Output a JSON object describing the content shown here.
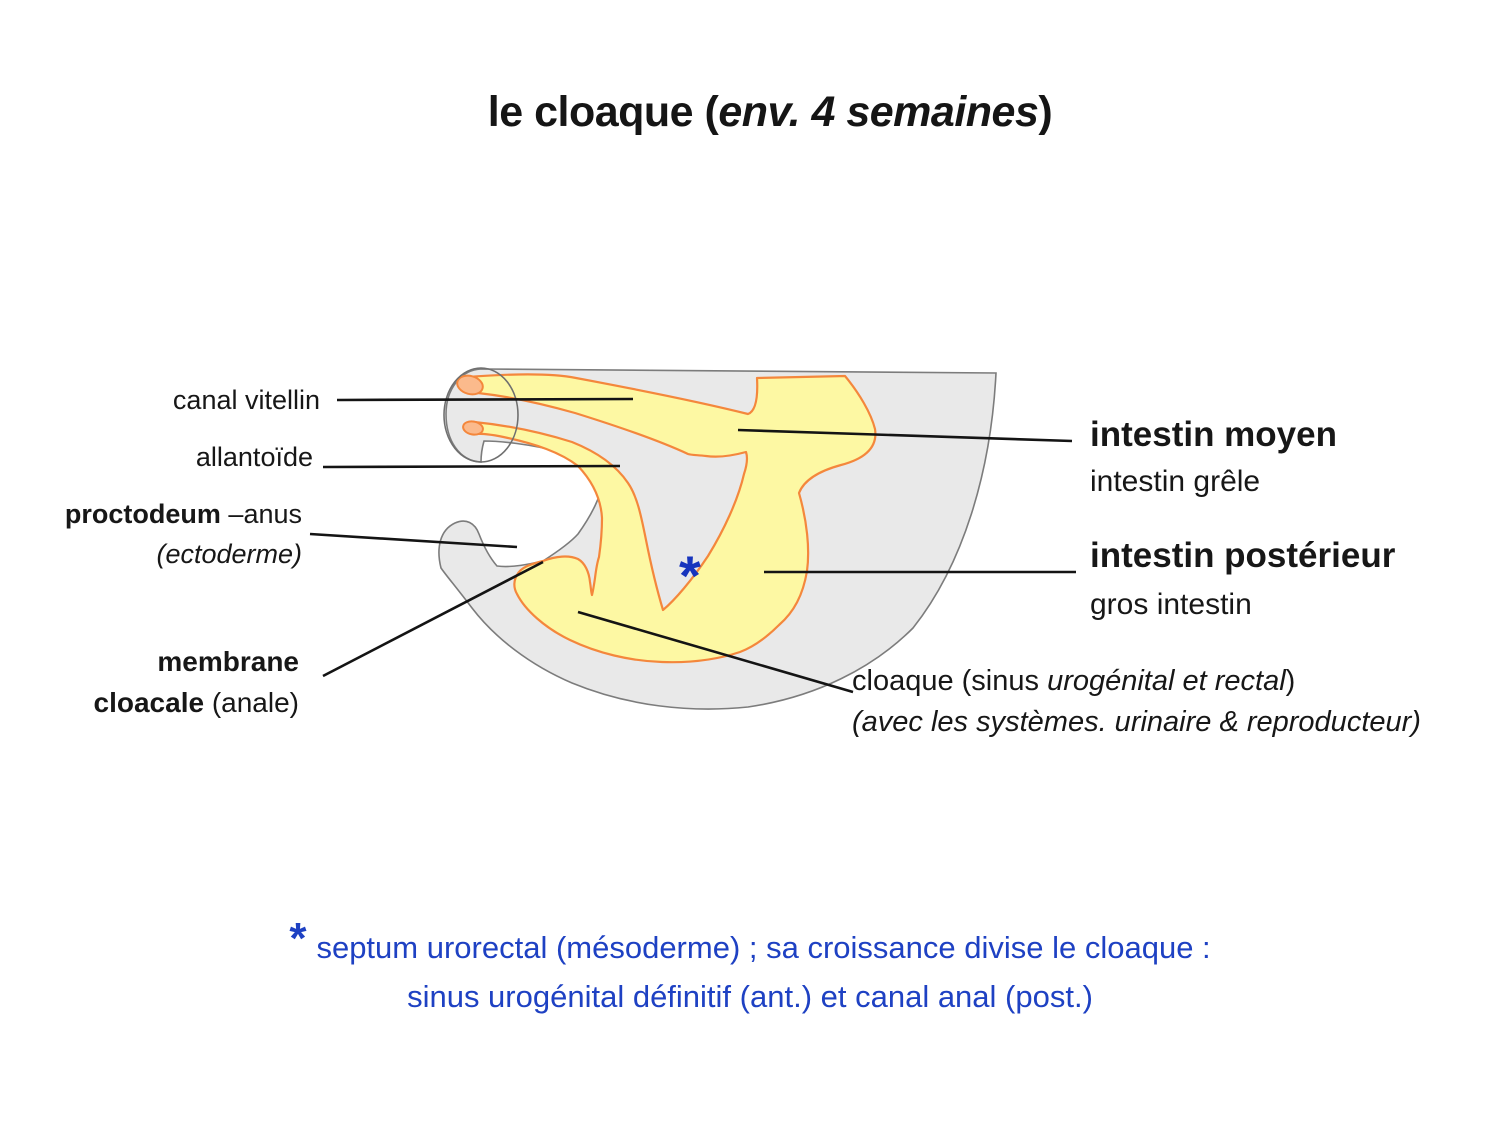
{
  "title": {
    "prefix": "le cloaque (",
    "italic": "env. 4 semaines",
    "suffix": ")"
  },
  "diagram": {
    "asterisk": "*",
    "colors": {
      "embryo_body_fill": "#e9e9e9",
      "embryo_body_stroke": "#7c7c7c",
      "gut_fill": "#fdf8a3",
      "gut_stroke": "#f4873c",
      "tube_cap_fill": "#fbba8c",
      "leader_line": "#141414",
      "asterisk_blue": "#1734bd"
    },
    "labels": {
      "canal_vitellin": "canal vitellin",
      "allantoide": "allantoïde",
      "proctodeum_bold": "proctodeum",
      "proctodeum_rest": " –anus",
      "proctodeum_line2": "(ectoderme)",
      "membrane_line1": "membrane",
      "cloacale_bold": "cloacale",
      "cloacale_rest": " (anale)",
      "intestin_moyen": "intestin moyen",
      "intestin_grele": "intestin grêle",
      "intestin_posterieur": "intestin postérieur",
      "gros_intestin": "gros intestin",
      "cloaque_pre": "cloaque (sinus ",
      "cloaque_italic": "urogénital et rectal",
      "cloaque_close": ")",
      "cloaque_line2": "(avec les systèmes. urinaire & reproducteur)"
    }
  },
  "footnote": {
    "asterisk": "*",
    "line1": "septum urorectal (mésoderme) ; sa croissance divise le cloaque :",
    "line2": "sinus urogénital définitif (ant.) et canal anal (post.)",
    "text_color": "#1e41c3"
  }
}
